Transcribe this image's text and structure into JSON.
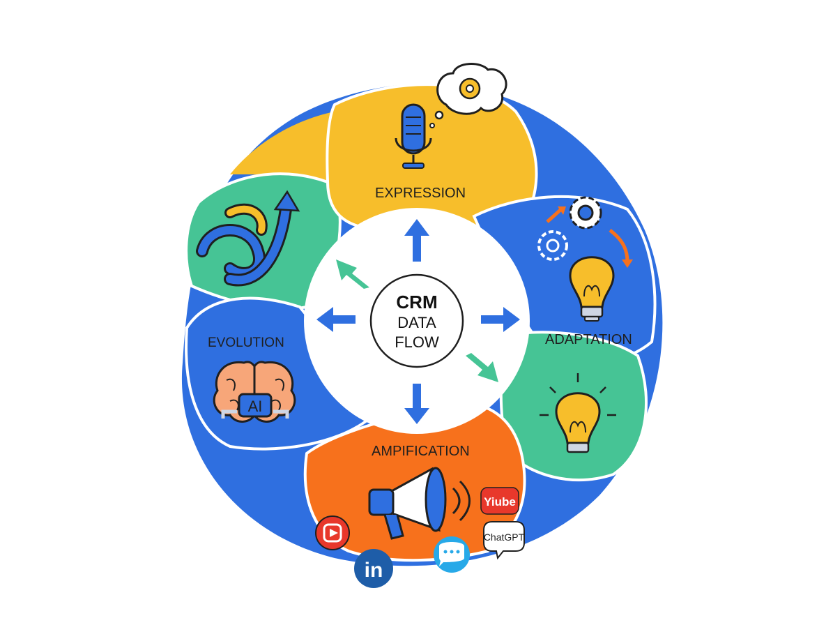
{
  "center": {
    "line1": "CRM",
    "line2": "DATA",
    "line3": "FLOW"
  },
  "segments": {
    "expression": {
      "label": "EXPRESSION",
      "color": "#F7BE2B"
    },
    "adaptation": {
      "label": "ADAPTATION",
      "color": "#2F6FE0"
    },
    "evolution": {
      "label": "EVOLUTION",
      "color": "#2F6FE0"
    },
    "amplification": {
      "label": "AMPIFICATION",
      "color": "#F7711C"
    },
    "innovation": {
      "color": "#46C495"
    },
    "growth": {
      "color": "#46C495"
    }
  },
  "badges": {
    "ai": "AI",
    "youtube": "Yiube",
    "chatgpt": "ChatGPT",
    "linkedin": "in"
  },
  "colors": {
    "blue": "#2F6FE0",
    "yellow": "#F7BE2B",
    "green": "#46C495",
    "orange": "#F7711C",
    "arrow_blue": "#2F6FE0",
    "arrow_green": "#46C495"
  },
  "icons": [
    "microphone-icon",
    "thought-bubble-icon",
    "gears-icon",
    "lightbulb-icon",
    "circular-arrows-icon",
    "brain-icon",
    "megaphone-icon",
    "instagram-icon",
    "linkedin-icon",
    "chat-icon",
    "youtube-icon",
    "chatgpt-icon"
  ]
}
